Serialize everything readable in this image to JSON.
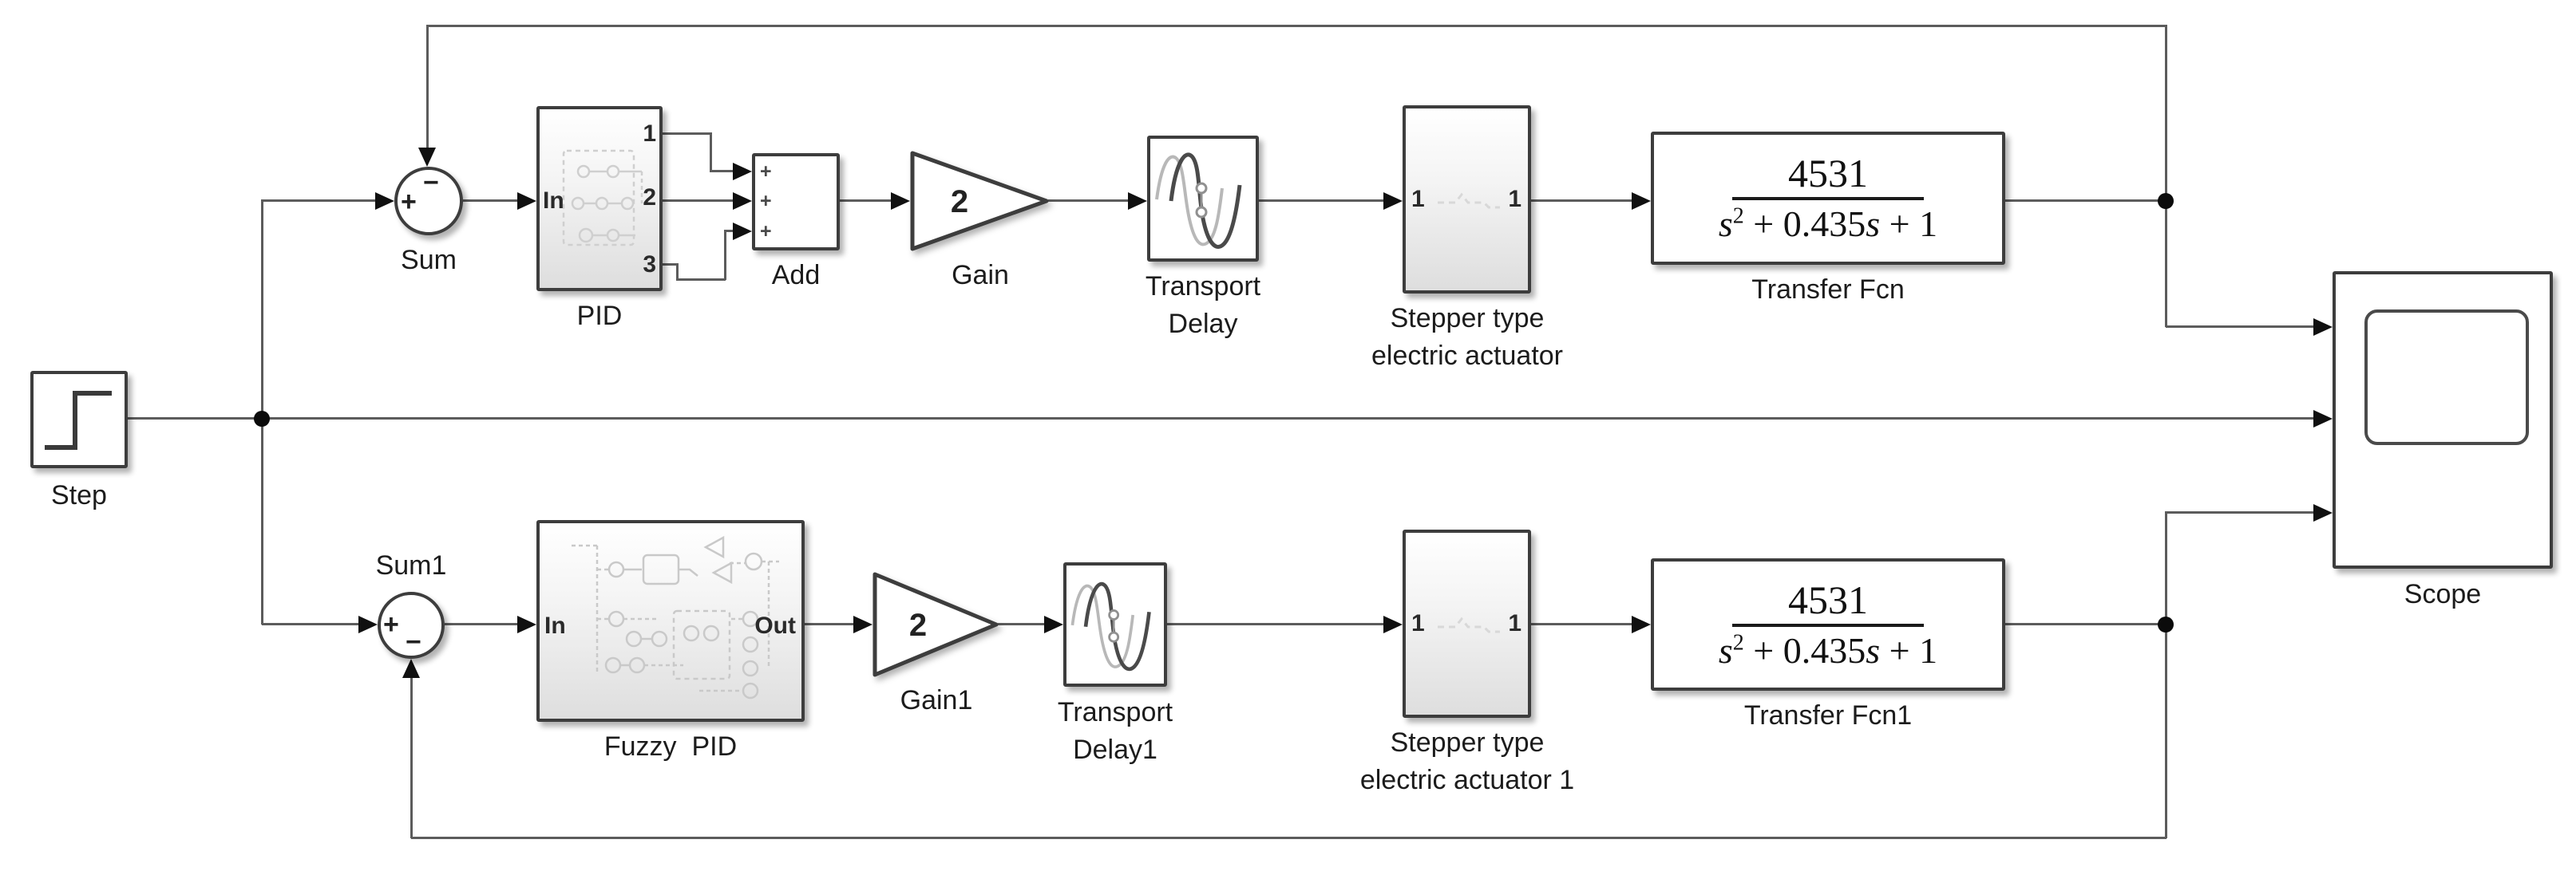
{
  "colors": {
    "wire": "#5c5c5c",
    "block_border": "#3d3d3d",
    "arrow": "#101010",
    "text": "#1c1c1c",
    "gradient_fill": "#dedede"
  },
  "blocks": {
    "step": {
      "label": "Step"
    },
    "sum": {
      "label": "Sum",
      "sign_plus": "+",
      "sign_minus": "−"
    },
    "pid": {
      "label": "PID",
      "port_in": "In",
      "port_out1": "1",
      "port_out2": "2",
      "port_out3": "3"
    },
    "add": {
      "label": "Add",
      "sign1": "+",
      "sign2": "+",
      "sign3": "+"
    },
    "gain": {
      "label": "Gain",
      "value": "2"
    },
    "tdelay": {
      "label_line1": "Transport",
      "label_line2": "Delay"
    },
    "stepper": {
      "label_line1": "Stepper type",
      "label_line2": "electric actuator",
      "port_in": "1",
      "port_out": "1"
    },
    "tf": {
      "label": "Transfer Fcn",
      "numerator": "4531",
      "den_s1": "s",
      "den_exp": "2",
      "den_mid": " + 0.435",
      "den_s2": "s",
      "den_end": " + 1"
    },
    "scope": {
      "label": "Scope"
    },
    "sum1": {
      "label": "Sum1",
      "sign_plus": "+",
      "sign_minus": "−"
    },
    "fuzzy": {
      "label": "Fuzzy  PID",
      "port_in": "In",
      "port_out": "Out"
    },
    "gain1": {
      "label": "Gain1",
      "value": "2"
    },
    "tdelay1": {
      "label_line1": "Transport",
      "label_line2": "Delay1"
    },
    "stepper1": {
      "label_line1": "Stepper type",
      "label_line2": "electric actuator 1",
      "port_in": "1",
      "port_out": "1"
    },
    "tf1": {
      "label": "Transfer Fcn1",
      "numerator": "4531",
      "den_s1": "s",
      "den_exp": "2",
      "den_mid": " + 0.435",
      "den_s2": "s",
      "den_end": " + 1"
    }
  }
}
